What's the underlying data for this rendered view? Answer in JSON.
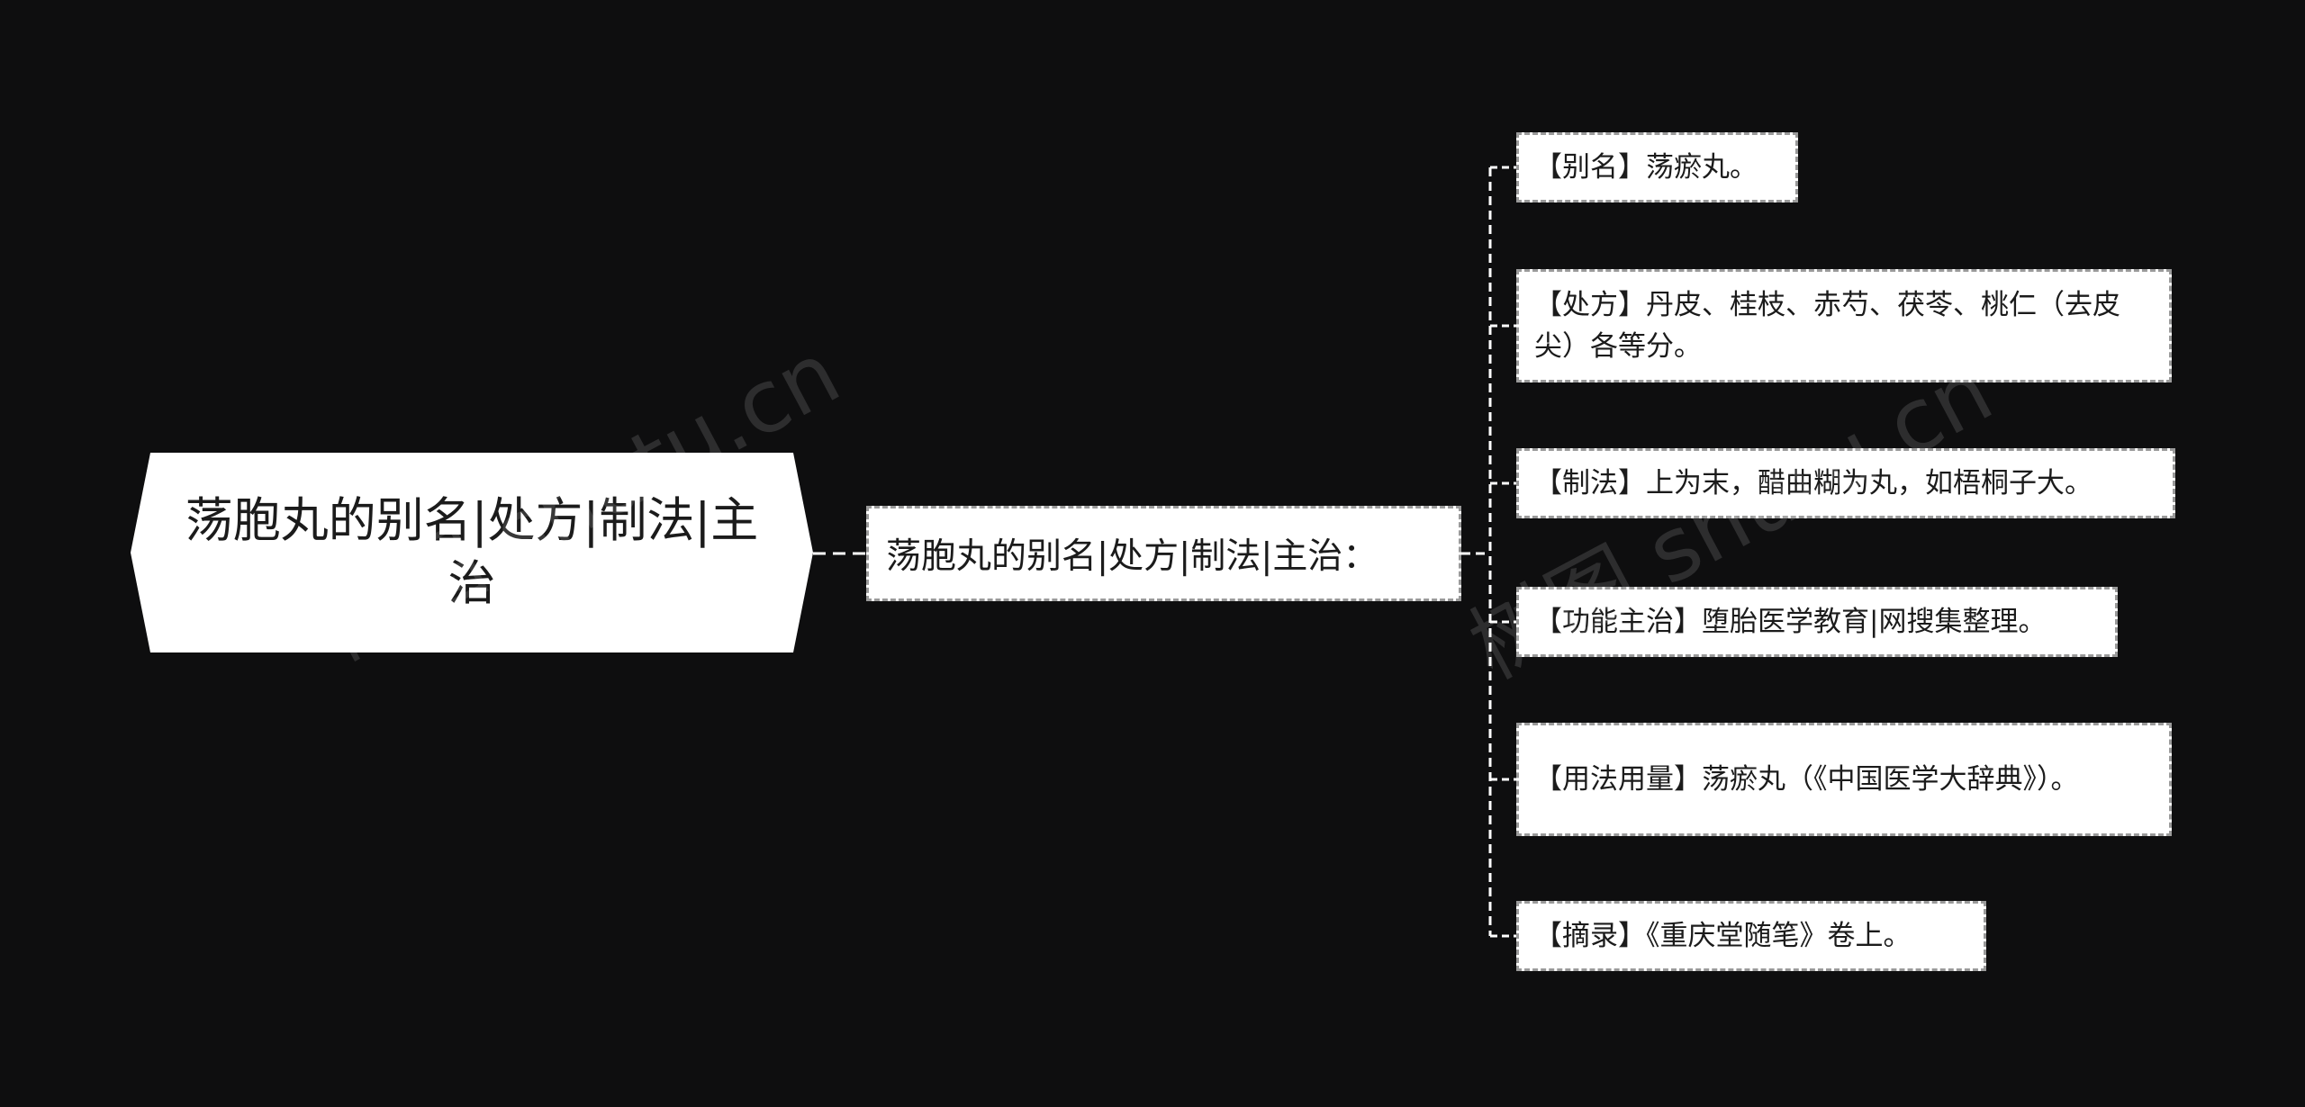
{
  "root": {
    "label": "荡胞丸的别名|处方|制法|主治"
  },
  "branch": {
    "label": "荡胞丸的别名|处方|制法|主治："
  },
  "leaves": [
    {
      "label": "【别名】荡瘀丸。"
    },
    {
      "label": "【处方】丹皮、桂枝、赤芍、茯苓、桃仁（去皮尖）各等分。"
    },
    {
      "label": "【制法】上为末，醋曲糊为丸，如梧桐子大。"
    },
    {
      "label": "【功能主治】堕胎医学教育|网搜集整理。"
    },
    {
      "label": "【用法用量】荡瘀丸（《中国医学大辞典》）。"
    },
    {
      "label": "【摘录】《重庆堂随笔》卷上。"
    }
  ],
  "watermarks": [
    "树图 shutu.cn",
    "树图 shutu.cn"
  ],
  "colors": {
    "background": "#0e0e0f",
    "node_fill": "#ffffff",
    "connector": "#ffffff",
    "node_border": "#9a9a9a"
  }
}
